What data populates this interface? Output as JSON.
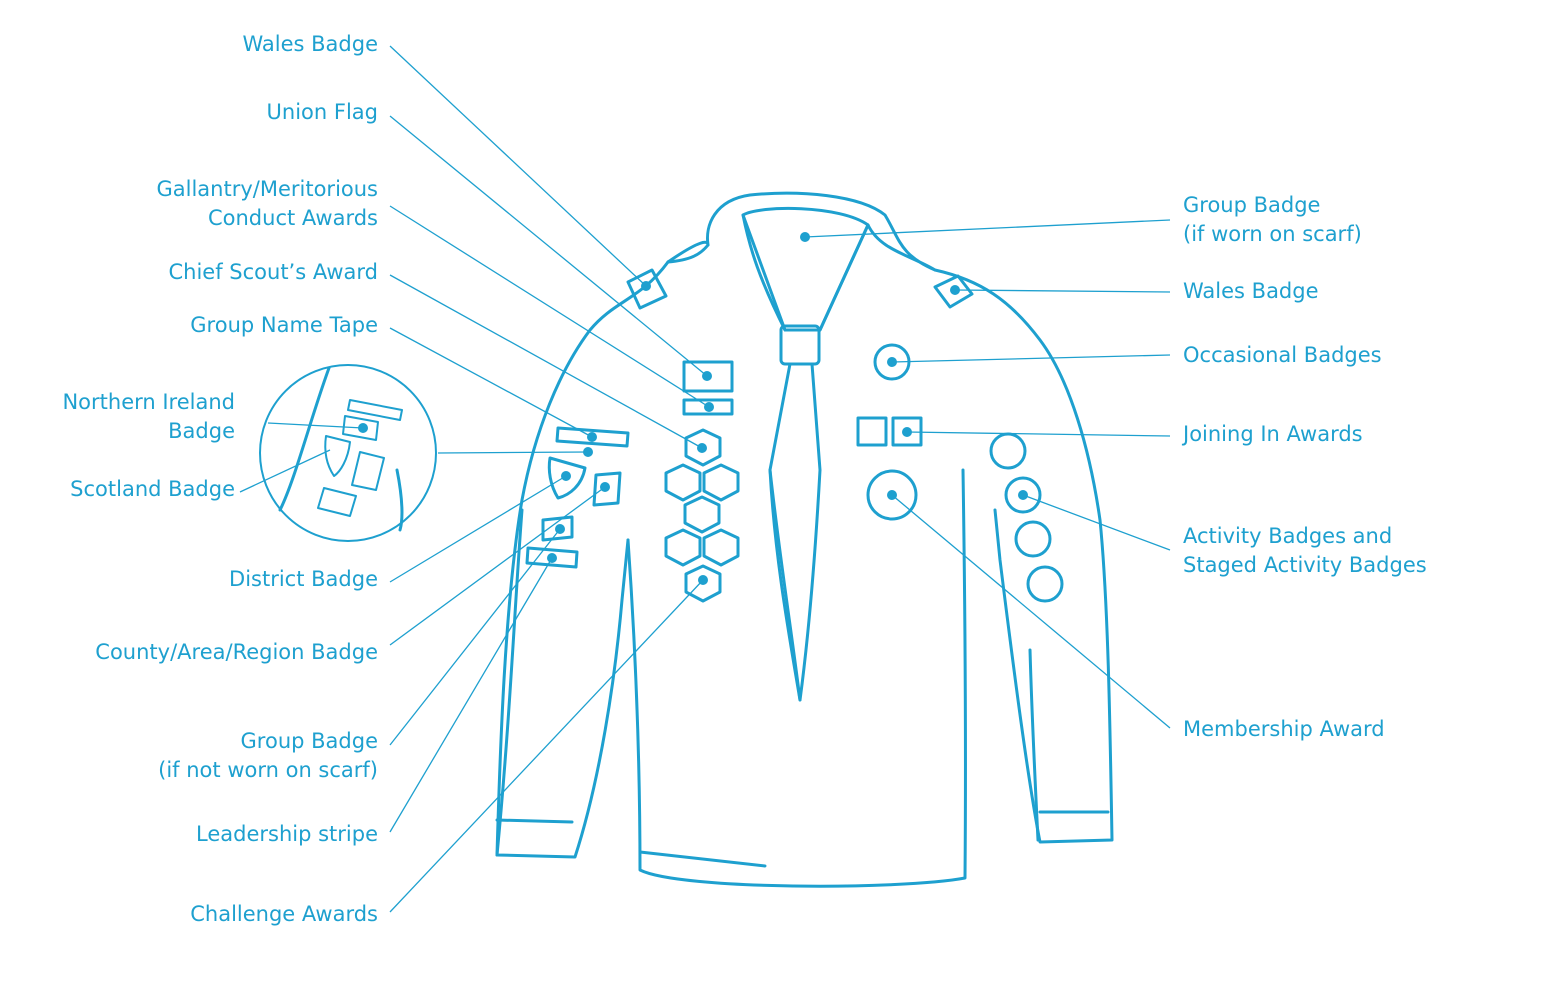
{
  "colors": {
    "accent": "#1ea0cf",
    "background": "#ffffff"
  },
  "labels": {
    "wales_badge_left": "Wales Badge",
    "union_flag": "Union Flag",
    "gallantry_1": "Gallantry/Meritorious",
    "gallantry_2": "Conduct Awards",
    "chief_scout": "Chief Scout’s Award",
    "group_name_tape": "Group Name Tape",
    "northern_ireland_1": "Northern Ireland",
    "northern_ireland_2": "Badge",
    "scotland": "Scotland Badge",
    "district": "District Badge",
    "county": "County/Area/Region Badge",
    "group_badge_left_1": "Group Badge",
    "group_badge_left_2": "(if not worn on scarf)",
    "leadership": "Leadership stripe",
    "challenge": "Challenge Awards",
    "group_badge_right_1": "Group Badge",
    "group_badge_right_2": "(if worn on scarf)",
    "wales_badge_right": "Wales Badge",
    "occasional": "Occasional Badges",
    "joining_in": "Joining In Awards",
    "activity_1": "Activity Badges and",
    "activity_2": "Staged Activity Badges",
    "membership": "Membership Award"
  }
}
